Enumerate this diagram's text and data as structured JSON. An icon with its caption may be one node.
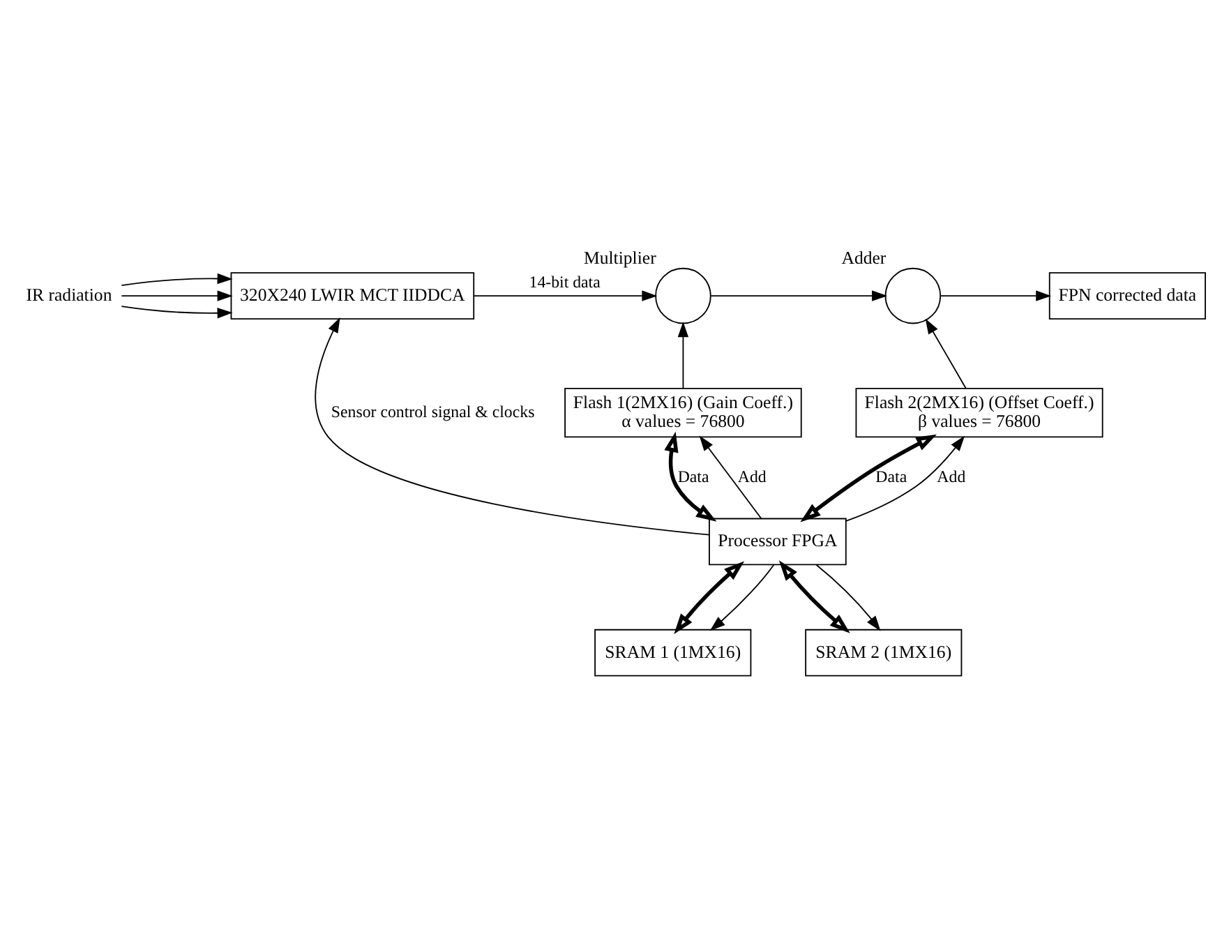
{
  "diagram": {
    "nodes": [
      {
        "text": [
          "IR radiation"
        ]
      },
      {
        "text": [
          "320X240 LWIR MCT IIDDCA"
        ]
      },
      {
        "text": [
          "Multiplier"
        ]
      },
      {
        "text": [
          "Adder"
        ]
      },
      {
        "text": [
          "FPN corrected data"
        ]
      },
      {
        "text": [
          "Flash 1(2MX16) (Gain Coeff.)",
          "α values = 76800"
        ]
      },
      {
        "text": [
          "Flash 2(2MX16) (Offset Coeff.)",
          "β values = 76800"
        ]
      },
      {
        "text": [
          "Processor FPGA"
        ]
      },
      {
        "text": [
          "SRAM 1 (1MX16)"
        ]
      },
      {
        "text": [
          "SRAM 2 (1MX16)"
        ]
      }
    ],
    "edges": [
      {
        "from": 0,
        "to": 1,
        "arrow": "to"
      },
      {
        "from": 0,
        "to": 1,
        "arrow": "to"
      },
      {
        "from": 0,
        "to": 1,
        "arrow": "to"
      },
      {
        "from": 1,
        "to": 2,
        "arrow": "to",
        "label": "14-bit data"
      },
      {
        "from": 2,
        "to": 3,
        "arrow": "to"
      },
      {
        "from": 3,
        "to": 4,
        "arrow": "to"
      },
      {
        "from": 5,
        "to": 2,
        "arrow": "to"
      },
      {
        "from": 6,
        "to": 3,
        "arrow": "to"
      },
      {
        "from": 7,
        "to": 5,
        "arrow": "both",
        "style": "thick",
        "label": "Data"
      },
      {
        "from": 7,
        "to": 5,
        "arrow": "to",
        "label": "Add"
      },
      {
        "from": 7,
        "to": 6,
        "arrow": "both",
        "style": "thick",
        "label": "Data"
      },
      {
        "from": 7,
        "to": 6,
        "arrow": "to",
        "label": "Add"
      },
      {
        "from": 7,
        "to": 1,
        "arrow": "to",
        "label": "Sensor control signal & clocks"
      },
      {
        "from": 7,
        "to": 8,
        "arrow": "both",
        "style": "thick"
      },
      {
        "from": 7,
        "to": 8,
        "arrow": "to"
      },
      {
        "from": 7,
        "to": 9,
        "arrow": "both",
        "style": "thick"
      },
      {
        "from": 7,
        "to": 9,
        "arrow": "to"
      }
    ]
  }
}
